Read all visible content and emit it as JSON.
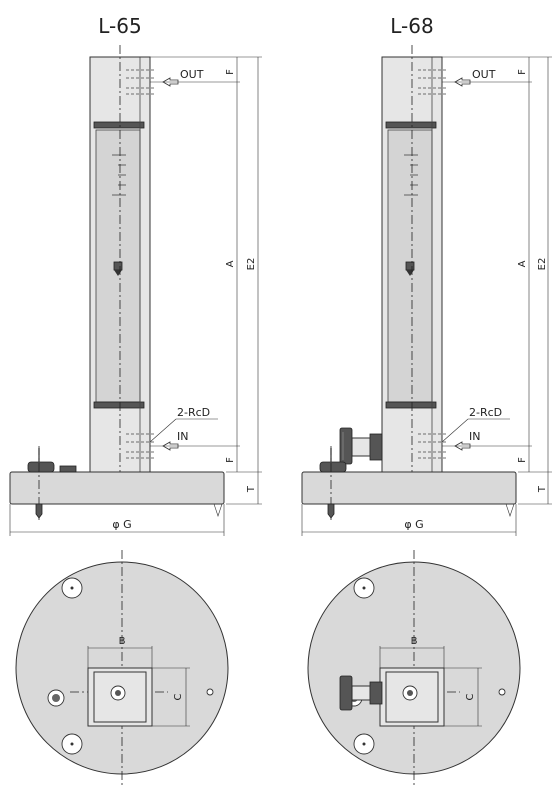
{
  "models": [
    {
      "title": "L-65",
      "out_label": "OUT",
      "in_label": "IN",
      "port_label": "2-RcD",
      "dim_A": "A",
      "dim_E2": "E2",
      "dim_F_top": "F",
      "dim_F_bottom": "F",
      "dim_T": "T",
      "dim_G": "φ G",
      "dim_B": "B",
      "dim_C": "C"
    },
    {
      "title": "L-68",
      "out_label": "OUT",
      "in_label": "IN",
      "port_label": "2-RcD",
      "dim_A": "A",
      "dim_E2": "E2",
      "dim_F_top": "F",
      "dim_F_bottom": "F",
      "dim_T": "T",
      "dim_G": "φ G",
      "dim_B": "B",
      "dim_C": "C"
    }
  ],
  "colors": {
    "body": "#e6e6e6",
    "tube": "#d4d4d4",
    "plate": "#d9d9d9",
    "line": "#333333"
  }
}
